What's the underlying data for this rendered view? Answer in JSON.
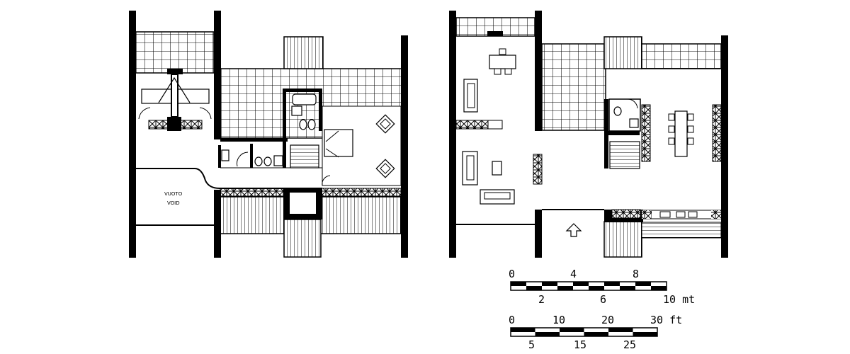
{
  "labels": {
    "void_it": "VUOTO",
    "void_en": "VOID"
  },
  "scale_metric": {
    "top": [
      "0",
      "4",
      "8"
    ],
    "bottom": [
      "2",
      "6",
      "10 mt"
    ]
  },
  "scale_imperial": {
    "top": [
      "0",
      "10",
      "20",
      "30 ft"
    ],
    "bottom": [
      "5",
      "15",
      "25"
    ]
  },
  "icons": [
    "entrance-arrow-icon",
    "door-swing-icon",
    "wc-icon",
    "washbasin-icon",
    "bathtub-icon",
    "stair-icon",
    "bed-icon",
    "sofa-icon",
    "armchair-icon",
    "dining-table-icon",
    "chair-icon",
    "kitchen-counter-icon"
  ],
  "colors": {
    "ink": "#000000",
    "paper": "#ffffff"
  }
}
